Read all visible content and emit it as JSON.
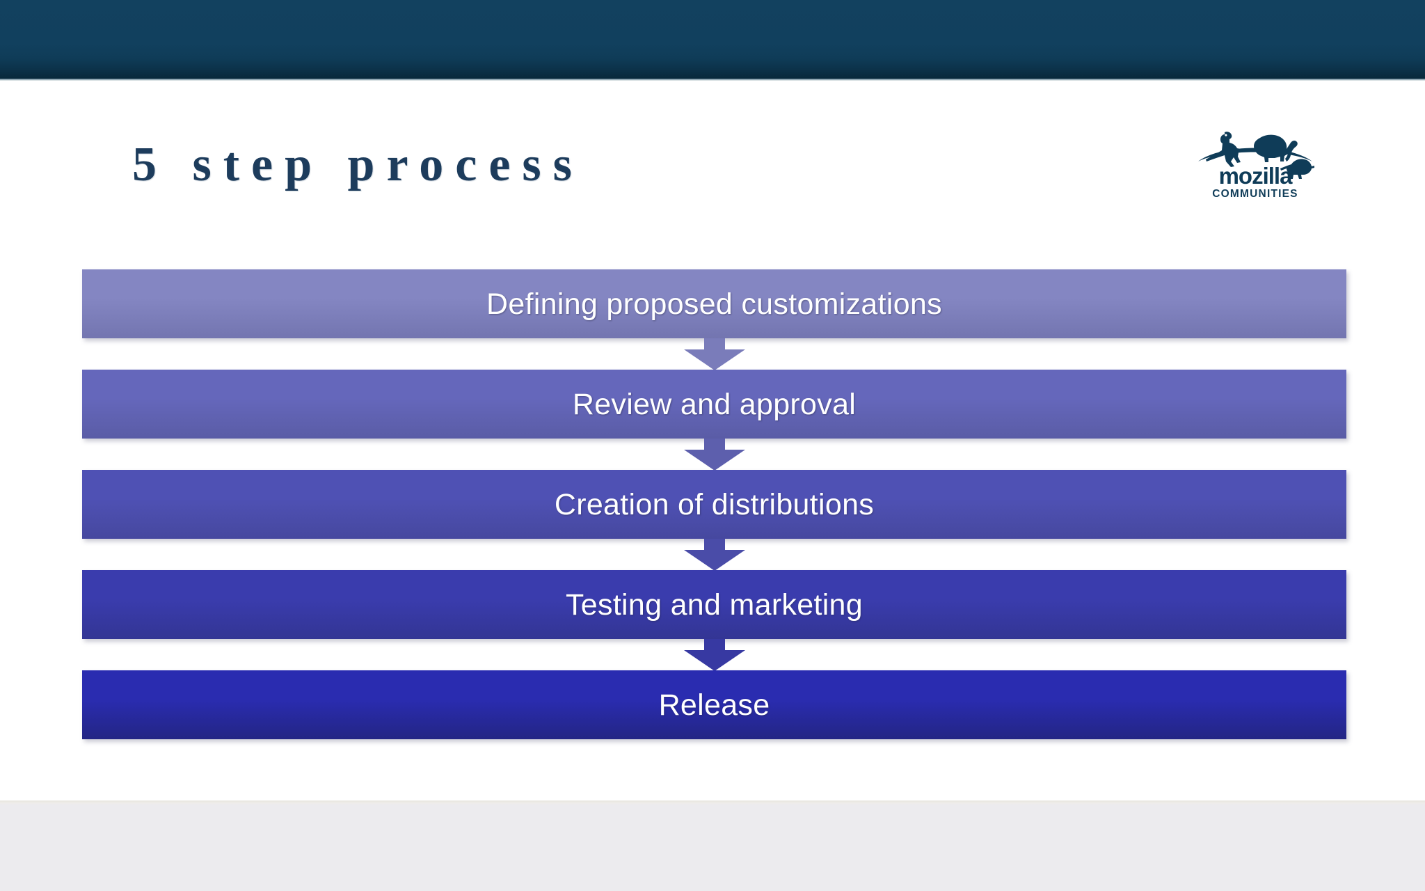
{
  "slide": {
    "title": "5 step process",
    "background_color": "#ffffff",
    "surround_color": "#ecebee"
  },
  "header": {
    "band_color_top": "#12415f",
    "band_color_bottom": "#08283a"
  },
  "logo": {
    "wordmark": "mozilla",
    "subtitle": "COMMUNITIES",
    "color": "#0f3c58"
  },
  "process": {
    "steps": [
      {
        "index": 1,
        "label": "Defining proposed customizations",
        "color_top": "#8486c2",
        "color_bottom": "#7375b0"
      },
      {
        "index": 2,
        "label": "Review and approval",
        "color_top": "#6567bb",
        "color_bottom": "#5a5ca6"
      },
      {
        "index": 3,
        "label": "Creation of distributions",
        "color_top": "#4f51b4",
        "color_bottom": "#46489f"
      },
      {
        "index": 4,
        "label": "Testing and marketing",
        "color_top": "#3a3cad",
        "color_bottom": "#333594"
      },
      {
        "index": 5,
        "label": "Release",
        "color_top": "#2a2cb0",
        "color_bottom": "#232584"
      }
    ],
    "arrows": [
      {
        "from": 1,
        "to": 2,
        "color": "#7a7cba"
      },
      {
        "from": 2,
        "to": 3,
        "color": "#5d5fad"
      },
      {
        "from": 3,
        "to": 4,
        "color": "#4a4ca8"
      },
      {
        "from": 4,
        "to": 5,
        "color": "#3739a2"
      }
    ]
  }
}
